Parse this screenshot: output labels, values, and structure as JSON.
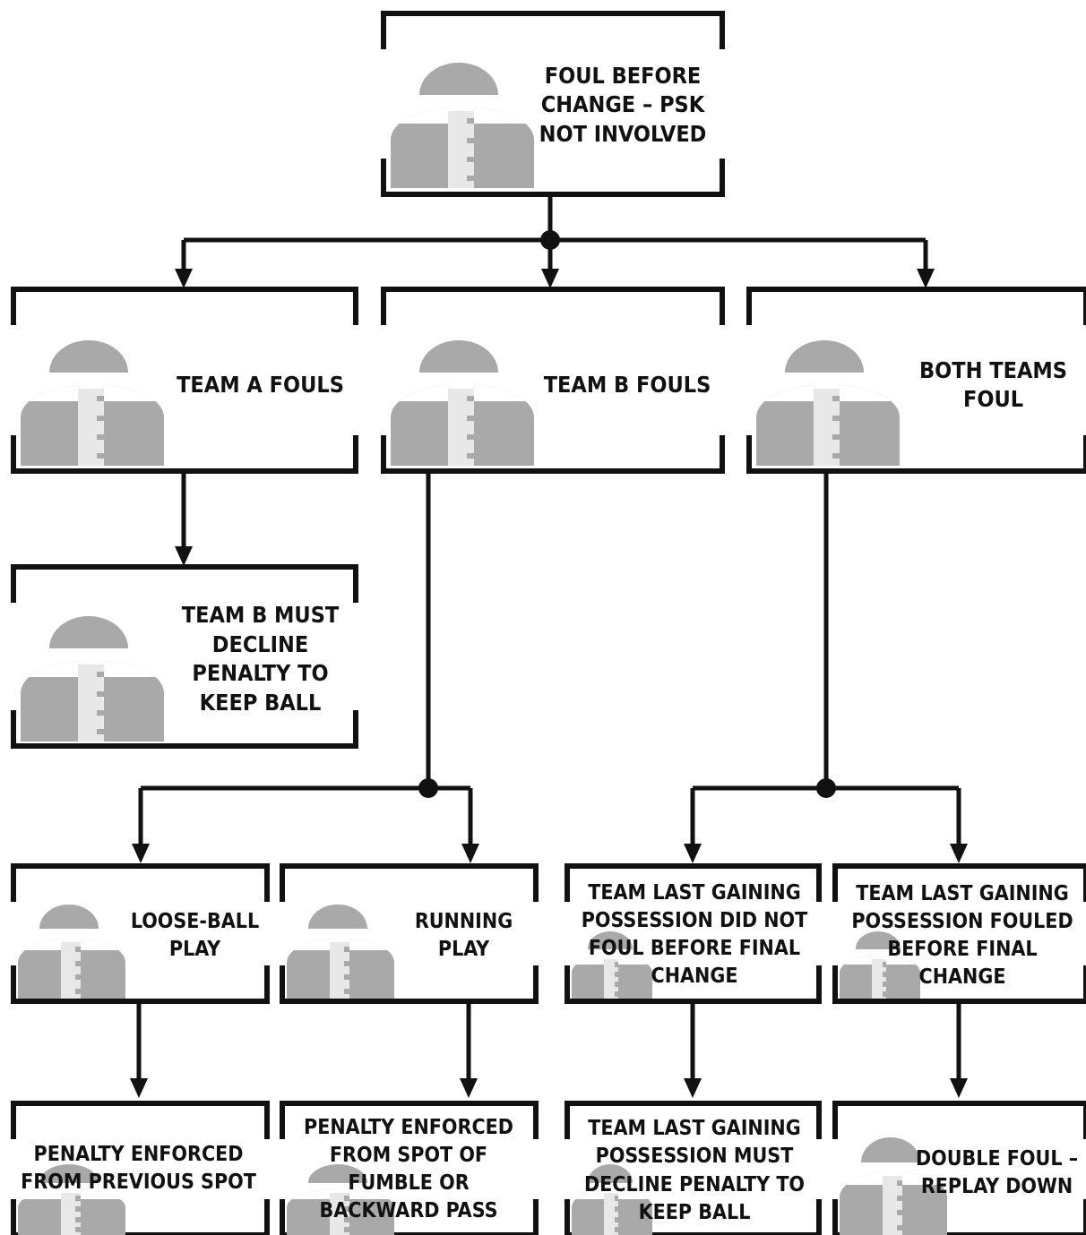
{
  "nodes": {
    "root": {
      "text": "FOUL BEFORE CHANGE – PSK NOT INVOLVED"
    },
    "team_a": {
      "text": "TEAM A FOULS"
    },
    "team_b": {
      "text": "TEAM B FOULS"
    },
    "both": {
      "text": "BOTH TEAMS FOUL"
    },
    "team_b_decline": {
      "text": "TEAM B MUST DECLINE PENALTY TO KEEP BALL"
    },
    "loose_ball": {
      "text": "LOOSE-BALL PLAY"
    },
    "running": {
      "text": "RUNNING PLAY"
    },
    "last_not_foul": {
      "text": "TEAM LAST GAINING POSSESSION DID NOT FOUL BEFORE FINAL CHANGE"
    },
    "last_fouled": {
      "text": "TEAM LAST GAINING POSSESSION FOULED BEFORE FINAL CHANGE"
    },
    "prev_spot": {
      "text": "PENALTY ENFORCED FROM PREVIOUS SPOT"
    },
    "spot_fumble": {
      "text": "PENALTY ENFORCED FROM SPOT OF FUMBLE OR BACKWARD PASS"
    },
    "must_decline": {
      "text": "TEAM LAST GAINING POSSESSION MUST DECLINE PENALTY TO KEEP BALL"
    },
    "double_foul": {
      "text": "DOUBLE FOUL – REPLAY DOWN"
    }
  },
  "colors": {
    "line": "#111111",
    "ball": "#a9a9a9",
    "laces": "#e8e8e8"
  },
  "icons": {
    "node_icon": "football-icon"
  }
}
